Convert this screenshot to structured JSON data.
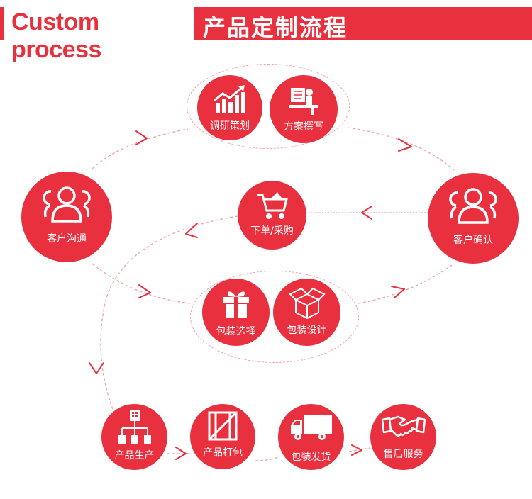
{
  "header": {
    "title_en": "Custom process",
    "title_cn": "产品定制流程"
  },
  "colors": {
    "accent": "#e8303f",
    "dash": "#f1a0a8"
  },
  "nodes": {
    "research": {
      "label": "调研策划",
      "icon": "bar-chart-growth-icon"
    },
    "proposal": {
      "label": "方案撰写",
      "icon": "person-at-desk-icon"
    },
    "communication": {
      "label": "客户沟通",
      "icon": "user-group-icon"
    },
    "order": {
      "label": "下单/采购",
      "icon": "shopping-cart-icon"
    },
    "confirm": {
      "label": "客户确认",
      "icon": "user-group-icon"
    },
    "pack_select": {
      "label": "包装选择",
      "icon": "gift-box-icon"
    },
    "pack_design": {
      "label": "包装设计",
      "icon": "open-box-icon"
    },
    "production": {
      "label": "产品生产",
      "icon": "org-chart-icon"
    },
    "packing": {
      "label": "产品打包",
      "icon": "crate-icon"
    },
    "shipping": {
      "label": "包装发货",
      "icon": "delivery-truck-icon"
    },
    "after_sales": {
      "label": "售后服务",
      "icon": "handshake-icon"
    }
  }
}
